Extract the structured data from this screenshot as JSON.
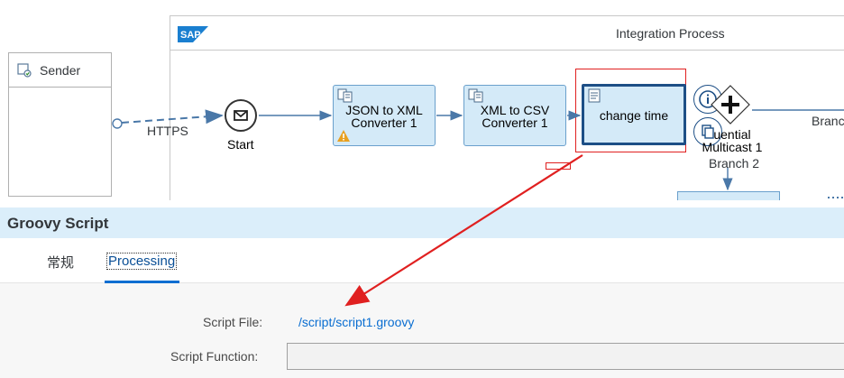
{
  "diagram": {
    "pool_title": "Integration Process",
    "sender_label": "Sender",
    "start_label": "Start",
    "https_label": "HTTPS",
    "steps": {
      "json_to_xml": "JSON to XML\nConverter 1",
      "xml_to_csv": "XML to CSV\nConverter 1",
      "change_time": "change time"
    },
    "multicast_label": "uential\nMulticast 1",
    "branch1_label": "Branc",
    "branch2_label": "Branch 2"
  },
  "panel": {
    "title": "Groovy Script",
    "tabs": {
      "general": "常规",
      "processing": "Processing"
    },
    "script_file_label": "Script File:",
    "script_file_value": "/script/script1.groovy",
    "script_function_label": "Script Function:",
    "script_function_value": ""
  },
  "colors": {
    "accent": "#0a6ed1",
    "step_fill": "#d4eaf8",
    "selected_border": "#1d4f86",
    "annotation_red": "#e02020"
  },
  "icons": [
    "sap-logo",
    "sender-icon",
    "envelope-icon",
    "step-script-icon",
    "warning-icon",
    "info-icon",
    "copy-icon",
    "plus-gateway-icon"
  ]
}
